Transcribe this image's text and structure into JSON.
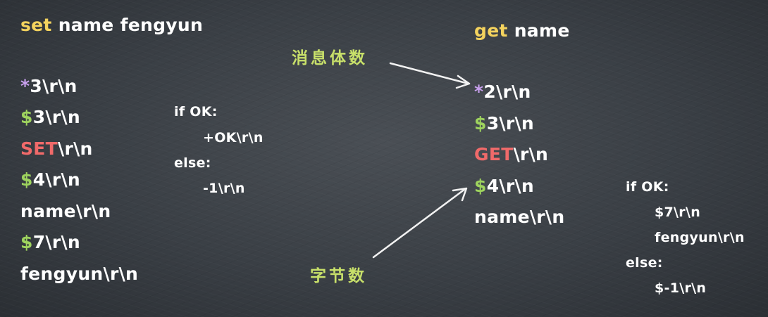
{
  "left": {
    "command": {
      "keyword": "set",
      "rest": " name fengyun"
    },
    "proto": [
      {
        "prefix": "*",
        "rest": "3\\r\\n"
      },
      {
        "prefix": "$",
        "rest": "3\\r\\n"
      },
      {
        "prefix": "SET",
        "rest": "\\r\\n"
      },
      {
        "prefix": "$",
        "rest": "4\\r\\n"
      },
      {
        "text": "name\\r\\n"
      },
      {
        "prefix": "$",
        "rest": "7\\r\\n"
      },
      {
        "text": "fengyun\\r\\n"
      }
    ],
    "response": [
      "if OK:",
      "+OK\\r\\n",
      "else:",
      "-1\\r\\n"
    ]
  },
  "right": {
    "command": {
      "keyword": "get",
      "rest": " name"
    },
    "proto": [
      {
        "prefix": "*",
        "rest": "2\\r\\n"
      },
      {
        "prefix": "$",
        "rest": "3\\r\\n"
      },
      {
        "prefix": "GET",
        "rest": "\\r\\n"
      },
      {
        "prefix": "$",
        "rest": "4\\r\\n"
      },
      {
        "text": "name\\r\\n"
      }
    ],
    "response": [
      "if OK:",
      "$7\\r\\n",
      "fengyun\\r\\n",
      "else:",
      "$-1\\r\\n"
    ]
  },
  "annotations": {
    "message_count": "消息体数",
    "byte_count": "字节数"
  },
  "colors": {
    "command": "#f4d35e",
    "length_prefix": "#9ed35e",
    "method": "#f06a6a",
    "array_prefix": "#c9a0ef",
    "annotation": "#c8e06a"
  }
}
